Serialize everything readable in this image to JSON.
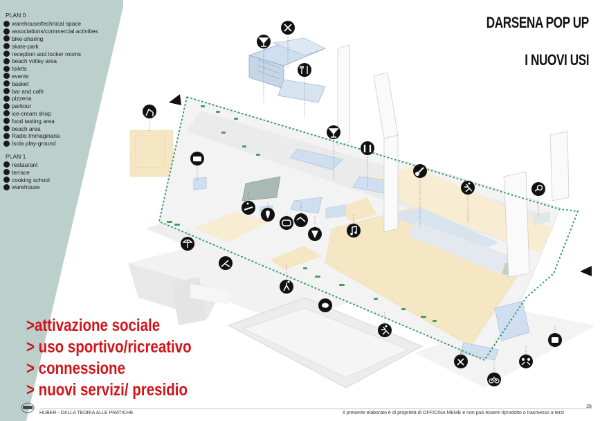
{
  "title": {
    "line1": "DARSENA POP UP",
    "line2": "I NUOVI USI"
  },
  "legend": {
    "plan0_title": "PLAN 0",
    "plan0": [
      {
        "icon": "tools-icon",
        "label": "warehouse/technical space"
      },
      {
        "icon": "handshake-icon",
        "label": "associations/commercial activities"
      },
      {
        "icon": "bicycle-icon",
        "label": "bike-sharing"
      },
      {
        "icon": "skateboard-icon",
        "label": "skate-park"
      },
      {
        "icon": "locker-icon",
        "label": "reception and locker rooms"
      },
      {
        "icon": "volleyball-icon",
        "label": "beach volley area"
      },
      {
        "icon": "toilets-icon",
        "label": "toilets"
      },
      {
        "icon": "events-icon",
        "label": "events"
      },
      {
        "icon": "basketball-icon",
        "label": "basket"
      },
      {
        "icon": "cocktail-icon",
        "label": "bar and cafè"
      },
      {
        "icon": "pizza-icon",
        "label": "pizzeria"
      },
      {
        "icon": "runner-icon",
        "label": "parkour"
      },
      {
        "icon": "ice-cream-icon",
        "label": "ice-cream shop"
      },
      {
        "icon": "food-tasting-icon",
        "label": "food tasting area"
      },
      {
        "icon": "deckchair-icon",
        "label": "beach area"
      },
      {
        "icon": "radio-icon",
        "label": "Radio Immaginaria"
      },
      {
        "icon": "playground-icon",
        "label": "Isola play-ground"
      }
    ],
    "plan1_title": "PLAN 1",
    "plan1": [
      {
        "icon": "cutlery-icon",
        "label": "restaurant"
      },
      {
        "icon": "terrace-icon",
        "label": "terrace"
      },
      {
        "icon": "chef-icon",
        "label": "cooking school"
      },
      {
        "icon": "warehouse-icon",
        "label": "warehouse"
      }
    ]
  },
  "goals": [
    ">attivazione sociale",
    "> uso sportivo/ricreativo",
    "> connessione",
    "> nuovi servizi/ presidio"
  ],
  "footer": {
    "left": "HUBER - DALLA TEORIA ALLE PRATICHE",
    "right": "Il presente elaborato è di proprietà di OFFICINA MEME e non può essere riprodotto o trasmesso a terzi",
    "page": "26",
    "logo_text": "OFFICINA MEME"
  },
  "colors": {
    "sidebar": "#bcd0cb",
    "boundary": "#2a9a6a",
    "zone_yellow": "#f6e7c4",
    "zone_blue": "#cfdff0",
    "accent_red": "#d2141b",
    "icon_dark": "#1a1a1a"
  }
}
